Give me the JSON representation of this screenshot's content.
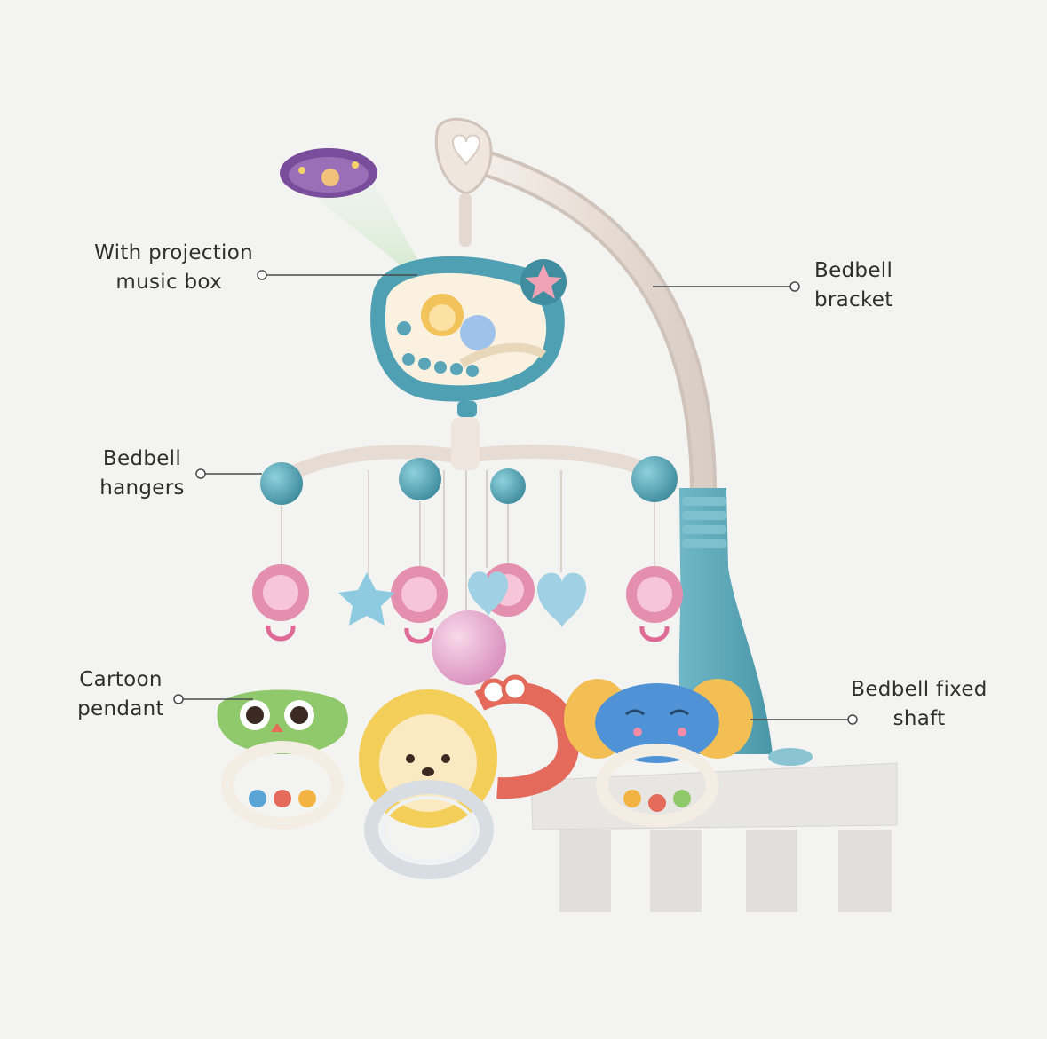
{
  "labels": {
    "projection": {
      "line1": "With projection",
      "line2": "music box"
    },
    "bracket": {
      "line1": "Bedbell",
      "line2": "bracket"
    },
    "hangers": {
      "line1": "Bedbell",
      "line2": "hangers"
    },
    "pendant": {
      "line1": "Cartoon",
      "line2": "pendant"
    },
    "shaft": {
      "line1": "Bedbell fixed",
      "line2": "shaft"
    }
  },
  "colors": {
    "background": "#f3f3f2",
    "teal": "#5ba9b9",
    "teal_dark": "#3f8d9e",
    "bracket_cream": "#ece3dc",
    "pink_flower": "#e58fae",
    "lion_yellow": "#f3cf5a",
    "owl_green": "#8fc96b",
    "crab_red": "#e46a5c",
    "elephant_blue": "#4f93d6",
    "crib_grey": "#e2e0dd"
  }
}
